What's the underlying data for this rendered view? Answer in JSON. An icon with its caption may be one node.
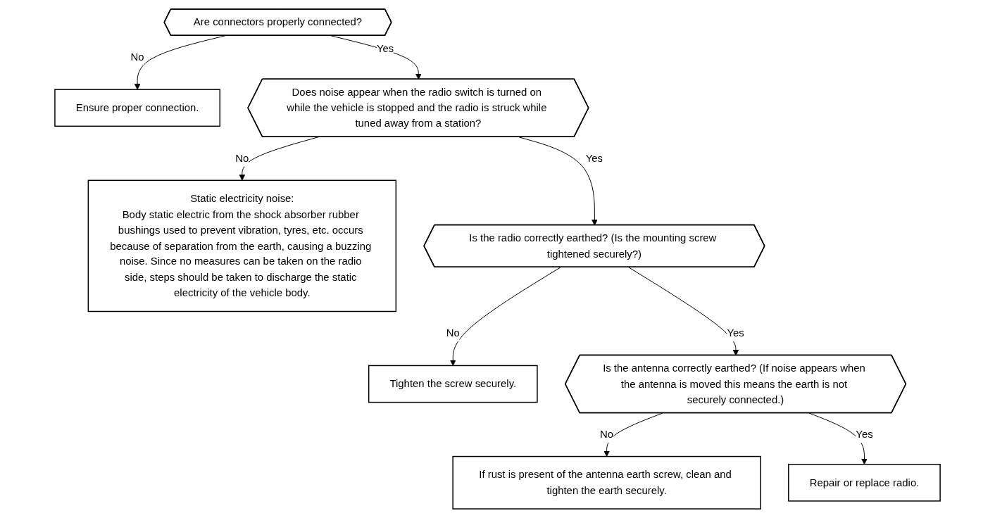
{
  "diagram": {
    "nodes": [
      {
        "text": [
          "Are connectors properly connected?"
        ]
      },
      {
        "text": [
          "Ensure proper connection."
        ]
      },
      {
        "text": [
          "Does noise appear when the radio switch is turned on while the vehicle is stopped and the radio is struck while tuned away from a station?"
        ]
      },
      {
        "text": [
          "Static electricity noise:",
          "Body static electric from the shock absorber rubber bushings used to prevent vibration, tyres, etc. occurs because of separation from the earth, causing a buzzing noise. Since no measures can be taken on the radio side, steps should be taken to discharge the static electricity of the vehicle body."
        ]
      },
      {
        "text": [
          "Is the radio correctly earthed? (Is the mounting screw tightened securely?)"
        ]
      },
      {
        "text": [
          "Tighten the screw securely."
        ]
      },
      {
        "text": [
          "Is the antenna correctly earthed? (If noise appears when the antenna is moved this means the earth is not securely connected.)"
        ]
      },
      {
        "text": [
          "If rust is present of the antenna earth screw, clean and tighten the earth securely."
        ]
      },
      {
        "text": [
          "Repair or replace radio."
        ]
      }
    ],
    "edges": [
      {
        "from": 0,
        "to": 1,
        "arrow": "to",
        "label": "No"
      },
      {
        "from": 0,
        "to": 2,
        "arrow": "to",
        "label": "Yes"
      },
      {
        "from": 2,
        "to": 3,
        "arrow": "to",
        "label": "No"
      },
      {
        "from": 2,
        "to": 4,
        "arrow": "to",
        "label": "Yes"
      },
      {
        "from": 4,
        "to": 5,
        "arrow": "to",
        "label": "No"
      },
      {
        "from": 4,
        "to": 6,
        "arrow": "to",
        "label": "Yes"
      },
      {
        "from": 6,
        "to": 7,
        "arrow": "to",
        "label": "No"
      },
      {
        "from": 6,
        "to": 8,
        "arrow": "to",
        "label": "Yes"
      }
    ]
  }
}
